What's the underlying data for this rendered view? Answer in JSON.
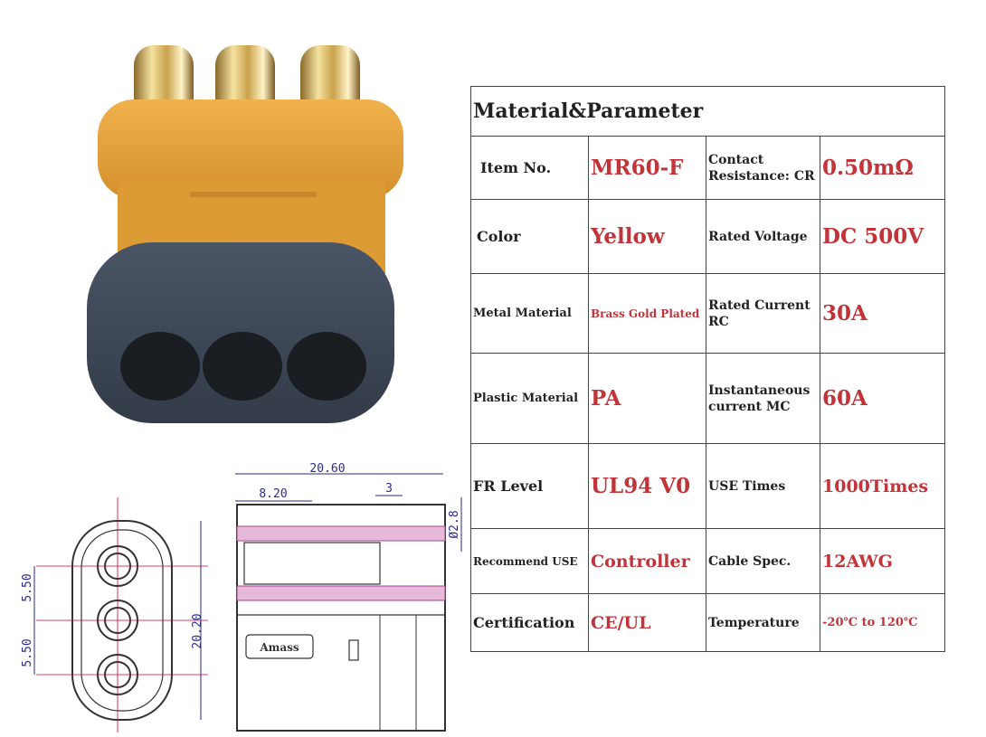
{
  "table": {
    "title": "Material&Parameter",
    "rows": [
      {
        "label1": "Item No.",
        "value1": "MR60-F",
        "label2": "Contact Resistance: CR",
        "value2": "0.50mΩ"
      },
      {
        "label1": "Color",
        "value1": "Yellow",
        "label2": "Rated Voltage",
        "value2": "DC 500V"
      },
      {
        "label1": "Metal Material",
        "value1": "Brass Gold Plated",
        "label2": "Rated Current RC",
        "value2": "30A"
      },
      {
        "label1": "Plastic Material",
        "value1": "PA",
        "label2": "Instantaneous current MC",
        "value2": "60A"
      },
      {
        "label1": "FR Level",
        "value1": "UL94 V0",
        "label2": "USE Times",
        "value2": "1000Times"
      },
      {
        "label1": "Recommend USE",
        "value1": "Controller",
        "label2": "Cable Spec.",
        "value2": "12AWG"
      },
      {
        "label1": "Certification",
        "value1": "CE/UL",
        "label2": "Temperature",
        "value2": "-20℃ to 120℃"
      }
    ]
  },
  "drawing": {
    "dim_total_length": "20.60",
    "dim_length": "8.20",
    "dim_small": "3",
    "dim_diameter": "Ø2.8",
    "dim_height": "20.20",
    "dim_pitch_top": "5.50",
    "dim_pitch_bottom": "5.50",
    "brand": "Amass"
  },
  "colors": {
    "connector_body": "#e3a13c",
    "rubber_cap": "#3d4756",
    "gold_pin": "#d8b75a",
    "value_text": "#c0343a",
    "dimension_line": "#2a2a8a"
  }
}
